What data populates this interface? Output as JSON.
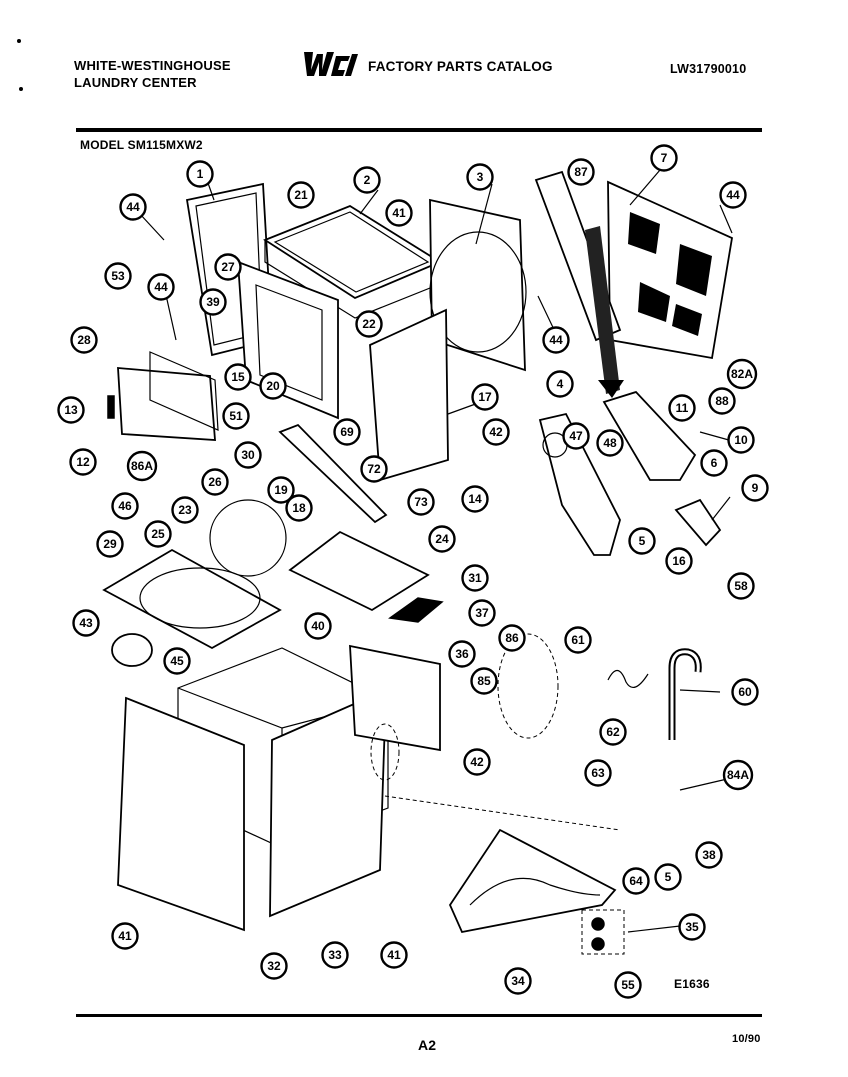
{
  "header": {
    "brand_line1": "WHITE-WESTINGHOUSE",
    "brand_line2": "LAUNDRY CENTER",
    "logo_text": "WCI",
    "catalog_title": "FACTORY PARTS CATALOG",
    "catalog_number": "LW31790010"
  },
  "model": "MODEL SM115MXW2",
  "figure_code": "E1636",
  "footer": {
    "page": "A2",
    "date": "10/90"
  },
  "callouts": [
    "1",
    "2",
    "3",
    "7",
    "44",
    "21",
    "41",
    "87",
    "44",
    "27",
    "53",
    "44",
    "39",
    "22",
    "28",
    "44",
    "82A",
    "20",
    "15",
    "13",
    "51",
    "4",
    "11",
    "88",
    "17",
    "69",
    "42",
    "47",
    "48",
    "10",
    "12",
    "30",
    "72",
    "73",
    "14",
    "6",
    "86A",
    "46",
    "26",
    "19",
    "18",
    "9",
    "23",
    "25",
    "5",
    "16",
    "58",
    "29",
    "24",
    "31",
    "43",
    "40",
    "37",
    "86",
    "61",
    "45",
    "36",
    "85",
    "60",
    "42",
    "62",
    "63",
    "84A",
    "64",
    "5",
    "38",
    "41",
    "32",
    "33",
    "41",
    "34",
    "35",
    "55"
  ]
}
